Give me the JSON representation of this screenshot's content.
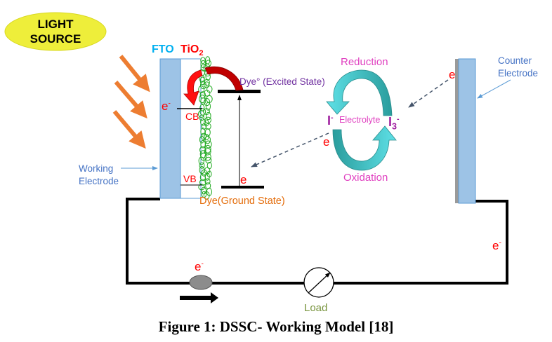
{
  "figure": {
    "caption": "Figure 1: DSSC- Working Model [18]",
    "title": "Dye-Sensitized Solar Cell working model"
  },
  "colors": {
    "light_source_fill": "#eeee3a",
    "light_arrow": "#ed7d31",
    "electrode_fill": "#9dc3e6",
    "electrode_border": "#5b9bd5",
    "fto_label": "#00b0f0",
    "tio2_label": "#ff0000",
    "red_text": "#ff0000",
    "dye_excited_text": "#7030a0",
    "dye_ground_text": "#e46c0a",
    "electrolyte_text": "#e040c0",
    "ion_text": "#a020a0",
    "cycle_light": "#4dd0d8",
    "cycle_dark": "#2ea6a6",
    "load_text": "#77933c",
    "annotation_blue": "#4472c4",
    "injection_arrow": "#c00000",
    "dye_particles": "#22aa22"
  },
  "light_source": {
    "line1": "LIGHT",
    "line2": "SOURCE"
  },
  "labels": {
    "fto": "FTO",
    "tio2_base": "TiO",
    "tio2_sub": "2",
    "working_electrode_1": "Working",
    "working_electrode_2": "Electrode",
    "counter_electrode_1": "Counter",
    "counter_electrode_2": "Electrode",
    "cb": "CB",
    "vb": "VB",
    "dye_excited": "Dye° (Excited State)",
    "dye_ground": "Dye(Ground State)",
    "reduction": "Reduction",
    "oxidation": "Oxidation",
    "electrolyte": "Electrolyte",
    "iodide": "I",
    "iodide_sup": "-",
    "triiodide": "I",
    "triiodide_sub": "3",
    "triiodide_sup": "-",
    "load": "Load"
  },
  "electrons": {
    "fto": {
      "text": "e",
      "sup": "-"
    },
    "dye_ground": {
      "text": "e"
    },
    "electrolyte": {
      "text": "e"
    },
    "counter": {
      "text": "e"
    },
    "wire_right": {
      "text": "e",
      "sup": "-"
    },
    "wire_bottom": {
      "text": "e",
      "sup": "-"
    }
  }
}
